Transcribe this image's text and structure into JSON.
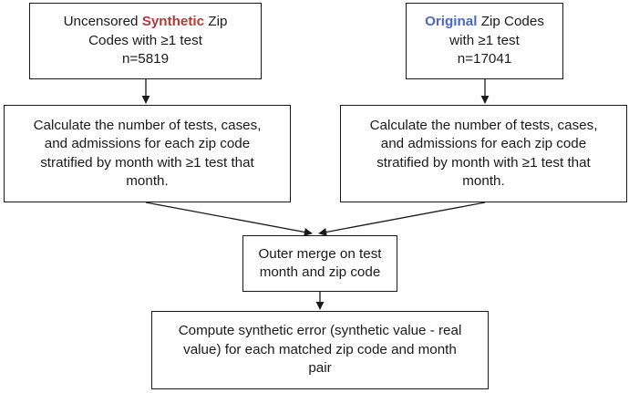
{
  "nodes": {
    "synthetic_source": {
      "line1_pre": "Uncensored ",
      "line1_highlight": "Synthetic",
      "line1_post": " Zip",
      "line2": "Codes with ≥1 test",
      "line3": "n=5819",
      "highlight_color": "#b23a3a"
    },
    "original_source": {
      "line1_highlight": "Original",
      "line1_post": " Zip Codes",
      "line2": "with ≥1 test",
      "line3": "n=17041",
      "highlight_color": "#4a68c4"
    },
    "calc_synthetic": {
      "lines": [
        "Calculate the number of tests, cases,",
        "and admissions for each zip code",
        "stratified by month with ≥1 test that",
        "month."
      ]
    },
    "calc_original": {
      "lines": [
        "Calculate the number of tests, cases,",
        "and admissions for each zip code",
        "stratified by month with ≥1 test that",
        "month."
      ]
    },
    "merge": {
      "lines": [
        "Outer merge on test",
        "month and zip code"
      ]
    },
    "compute_error": {
      "lines": [
        "Compute synthetic error (synthetic value - real",
        "value) for each matched zip code and month",
        "pair"
      ]
    }
  },
  "edges": [
    {
      "from": "synthetic_source",
      "to": "calc_synthetic"
    },
    {
      "from": "original_source",
      "to": "calc_original"
    },
    {
      "from": "calc_synthetic",
      "to": "merge"
    },
    {
      "from": "calc_original",
      "to": "merge"
    },
    {
      "from": "merge",
      "to": "compute_error"
    }
  ]
}
